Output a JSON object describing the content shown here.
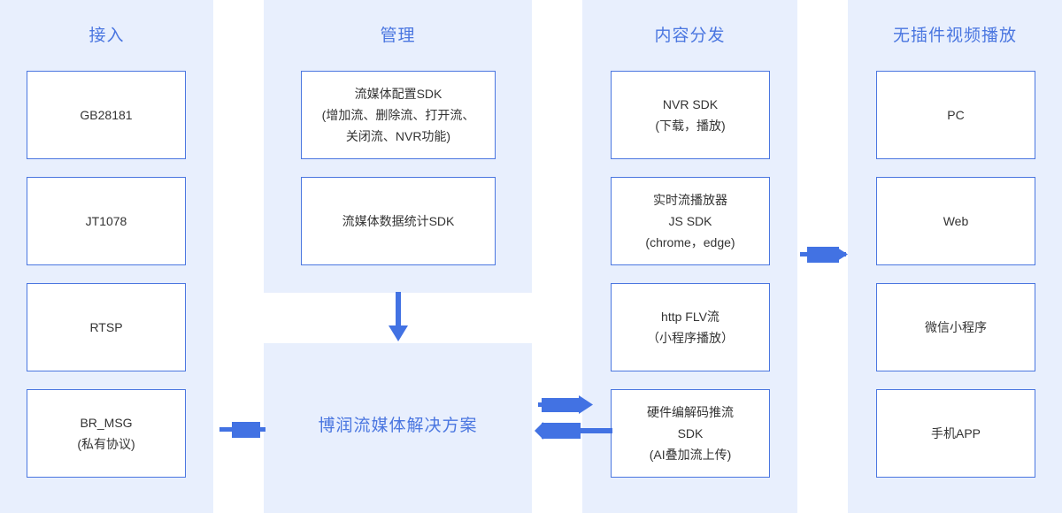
{
  "diagram": {
    "title_color": "#4a76e0",
    "band_color": "#e8effd",
    "box_border_color": "#4a76e0",
    "arrow_color": "#4272e3",
    "center": {
      "label": "博润流媒体解决方案"
    },
    "columns": [
      {
        "id": "access",
        "title": "接入",
        "boxes": [
          {
            "id": "gb28181",
            "lines": [
              "GB28181"
            ]
          },
          {
            "id": "jt1078",
            "lines": [
              "JT1078"
            ]
          },
          {
            "id": "rtsp",
            "lines": [
              "RTSP"
            ]
          },
          {
            "id": "br_msg",
            "lines": [
              "BR_MSG",
              "(私有协议)"
            ]
          }
        ]
      },
      {
        "id": "manage",
        "title": "管理",
        "boxes": [
          {
            "id": "config_sdk",
            "lines": [
              "流媒体配置SDK",
              "(增加流、删除流、打开流、",
              "关闭流、NVR功能)"
            ]
          },
          {
            "id": "stats_sdk",
            "lines": [
              "流媒体数据统计SDK"
            ]
          }
        ]
      },
      {
        "id": "distribute",
        "title": "内容分发",
        "boxes": [
          {
            "id": "nvr_sdk",
            "lines": [
              "NVR SDK",
              "(下载，播放)"
            ]
          },
          {
            "id": "js_sdk",
            "lines": [
              "实时流播放器",
              "JS SDK",
              "(chrome，edge)"
            ]
          },
          {
            "id": "http_flv",
            "lines": [
              "http FLV流",
              "（小程序播放）"
            ]
          },
          {
            "id": "hw_sdk",
            "lines": [
              "硬件编解码推流",
              "SDK",
              "(AI叠加流上传)"
            ]
          }
        ]
      },
      {
        "id": "playback",
        "title": "无插件视频播放",
        "boxes": [
          {
            "id": "pc",
            "lines": [
              "PC"
            ]
          },
          {
            "id": "web",
            "lines": [
              "Web"
            ]
          },
          {
            "id": "wechat",
            "lines": [
              "微信小程序"
            ]
          },
          {
            "id": "app",
            "lines": [
              "手机APP"
            ]
          }
        ]
      }
    ],
    "arrows": [
      {
        "id": "manage-to-center",
        "direction": "down"
      },
      {
        "id": "access-to-center",
        "direction": "right"
      },
      {
        "id": "center-to-distribute",
        "direction": "right"
      },
      {
        "id": "distribute-to-center",
        "direction": "left"
      },
      {
        "id": "distribute-to-playback",
        "direction": "right"
      }
    ]
  }
}
